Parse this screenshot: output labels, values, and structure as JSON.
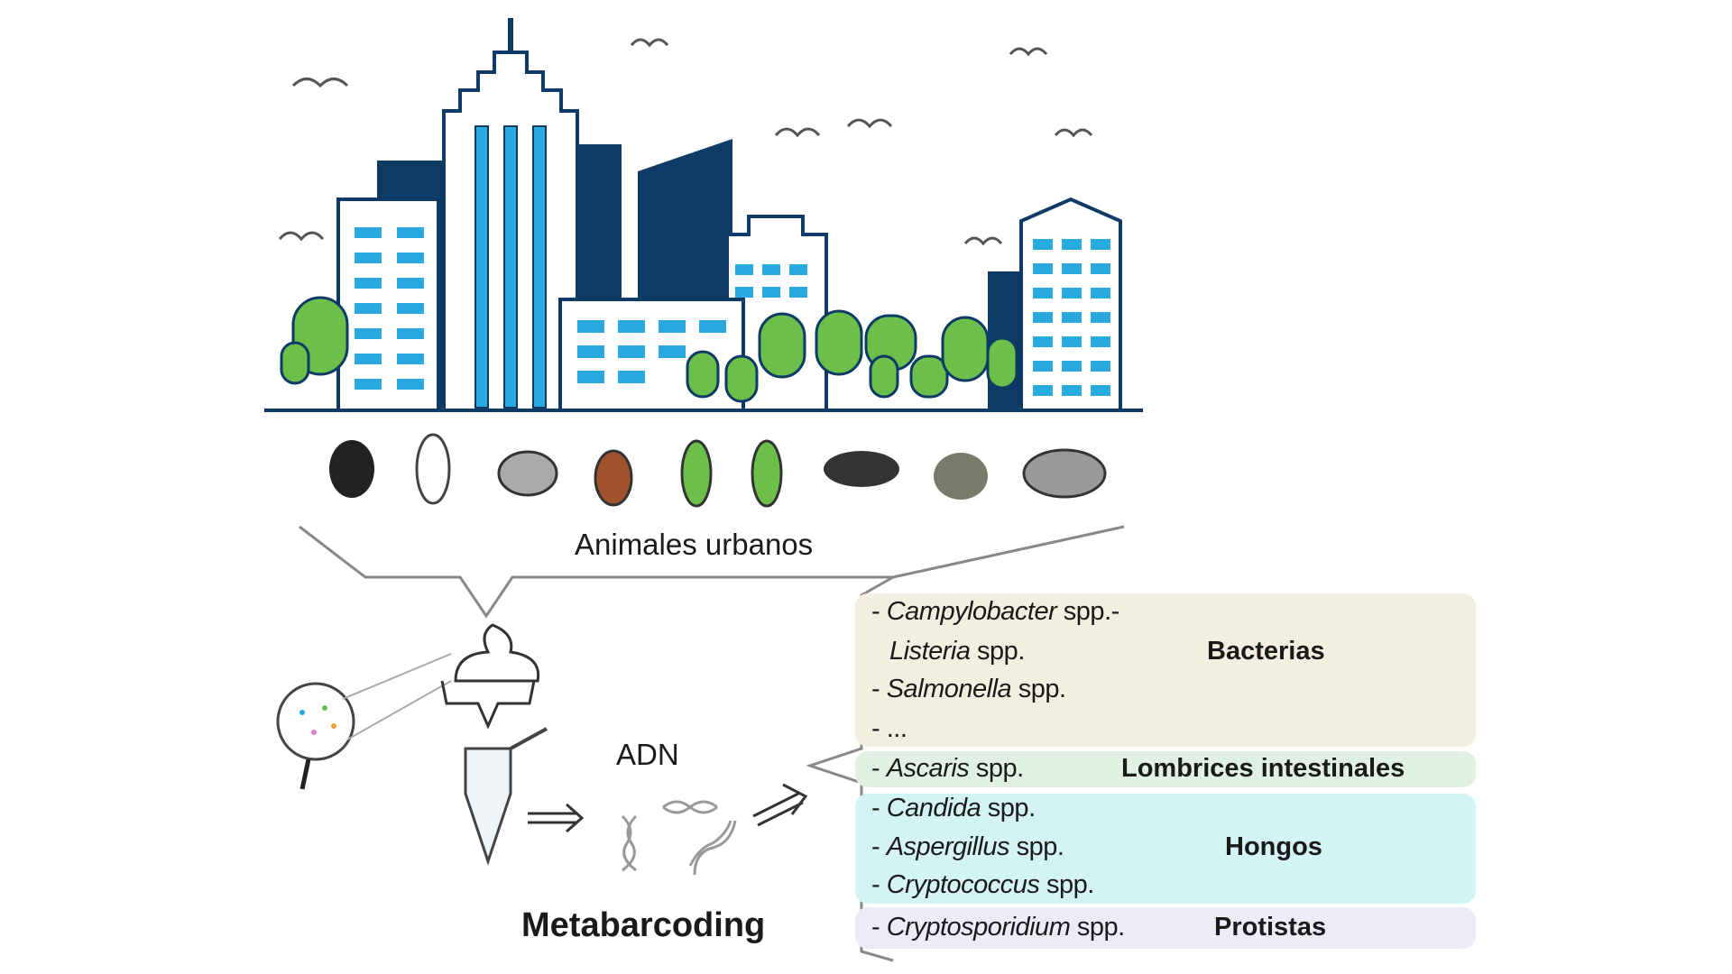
{
  "city_label": "Animales urbanos",
  "dna_label": "ADN",
  "method_label": "Metabarcoding",
  "groups": [
    {
      "category": "Bacterias",
      "color": "#f3efe0",
      "items": [
        {
          "genus": "Campylobacter",
          "suffix": " spp.-",
          "dash": "- "
        },
        {
          "genus": "Listeria",
          "suffix": " spp.",
          "dash": ""
        },
        {
          "genus": "Salmonella",
          "suffix": " spp.",
          "dash": "- "
        },
        {
          "genus": "",
          "suffix": "...",
          "dash": "- "
        }
      ]
    },
    {
      "category": "Lombrices intestinales",
      "color": "#e0f1e4",
      "items": [
        {
          "genus": "Ascaris",
          "suffix": " spp.",
          "dash": "- "
        }
      ]
    },
    {
      "category": "Hongos",
      "color": "#d3f3f4",
      "items": [
        {
          "genus": "Candida",
          "suffix": " spp.",
          "dash": "- "
        },
        {
          "genus": "Aspergillus",
          "suffix": " spp.",
          "dash": "- "
        },
        {
          "genus": "Cryptococcus",
          "suffix": " spp.",
          "dash": "- "
        }
      ]
    },
    {
      "category": "Protistas",
      "color": "#ecebf8",
      "items": [
        {
          "genus": "Cryptosporidium",
          "suffix": " spp.",
          "dash": "- "
        }
      ]
    }
  ],
  "colors": {
    "navy": "#0d3b66",
    "window": "#29a9e0",
    "tree": "#6cc04a",
    "line": "#888888"
  }
}
